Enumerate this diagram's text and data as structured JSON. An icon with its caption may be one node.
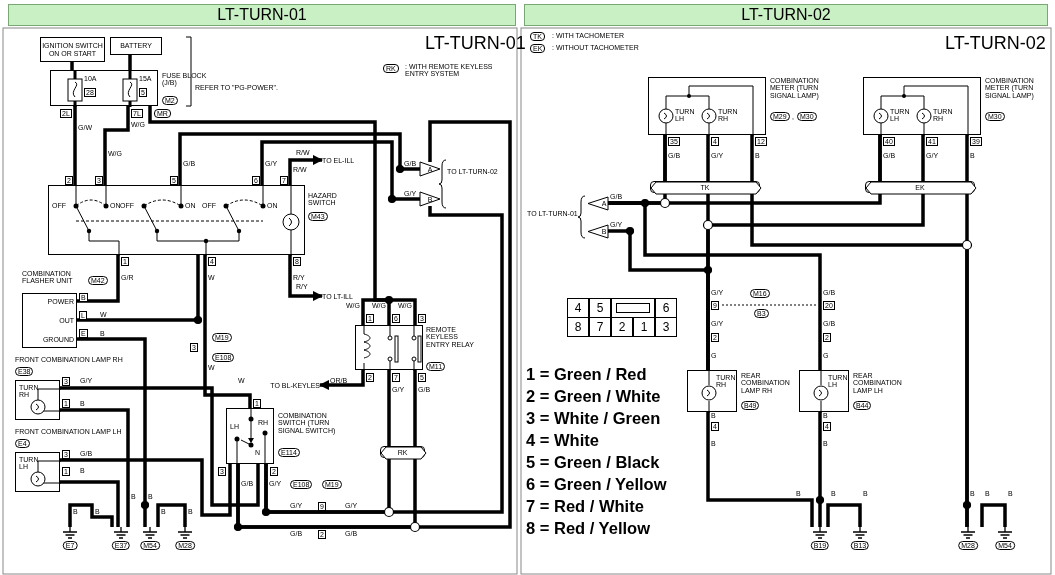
{
  "diagram": {
    "nodes": [
      {
        "text": [
          "LT-TURN-01"
        ]
      },
      {
        "text": [
          "LT-TURN-02"
        ]
      },
      {
        "text": [
          "IGNITION SWITCH ON OR START"
        ]
      },
      {
        "text": [
          "BATTERY"
        ]
      },
      {
        "text": [
          "10A",
          "28",
          "15A",
          "5"
        ],
        "beside": [
          "FUSE BLOCK (J/B)",
          "M2"
        ]
      },
      {
        "text": [
          "OFF",
          "ON",
          "OFF",
          "ON",
          "OFF",
          "ON"
        ],
        "beside": [
          "HAZARD SWITCH",
          "M43"
        ]
      },
      {
        "text": [
          "POWER",
          "OUT",
          "GROUND"
        ],
        "beside": [
          "COMBINATION FLASHER UNIT",
          "M42"
        ]
      },
      {
        "text": [
          "TURN RH"
        ],
        "beside": [
          "E38"
        ]
      },
      {
        "text": [
          "TURN LH"
        ],
        "beside": [
          "E4"
        ]
      },
      {
        "text": [
          "LH",
          "RH",
          "N"
        ],
        "beside": [
          "COMBINATION SWITCH (TURN SIGNAL SWITCH)",
          "E114"
        ]
      },
      {
        "text": [],
        "shape": "box",
        "beside": [
          "REMOTE KEYLESS ENTRY RELAY",
          "M11"
        ]
      },
      {
        "text": [
          "RK"
        ]
      },
      {
        "text": [
          "A"
        ]
      },
      {
        "text": [
          "B"
        ]
      },
      {
        "text": [
          "TURN LH",
          "TURN RH"
        ],
        "beside": [
          "COMBINATION METER (TURN SIGNAL LAMP)",
          "M29",
          ",",
          "M30"
        ]
      },
      {
        "text": [
          "TURN LH",
          "TURN RH"
        ],
        "beside": [
          "COMBINATION METER (TURN SIGNAL LAMP)",
          "M30"
        ]
      },
      {
        "text": [
          "TK"
        ]
      },
      {
        "text": [
          "EK"
        ]
      },
      {
        "text": [
          "A"
        ]
      },
      {
        "text": [
          "B"
        ]
      },
      {
        "text": [
          "TURN RH"
        ],
        "beside": [
          "REAR COMBINATION LAMP RH",
          "B49"
        ]
      },
      {
        "text": [
          "TURN LH"
        ],
        "beside": [
          "REAR COMBINATION LAMP LH",
          "B44"
        ]
      },
      {
        "text": [
          "E7"
        ]
      },
      {
        "text": [
          "E37"
        ]
      },
      {
        "text": [
          "M54"
        ]
      },
      {
        "text": [
          "M28"
        ]
      },
      {
        "text": [
          "B19"
        ]
      },
      {
        "text": [
          "B13"
        ]
      },
      {
        "text": [
          "M28"
        ]
      },
      {
        "text": [
          "M54"
        ]
      },
      {
        "text": [
          "TO EL-ILL"
        ]
      },
      {
        "text": [
          "TO LT-ILL"
        ]
      },
      {
        "text": [
          "TO BL-KEYLES"
        ]
      }
    ],
    "edges": [
      {
        "from": 2,
        "to": 4,
        "arrow": "none"
      },
      {
        "from": 3,
        "to": 4,
        "arrow": "none"
      },
      {
        "from": 4,
        "to": 5,
        "arrow": "none"
      },
      {
        "from": 4,
        "to": 5,
        "arrow": "none"
      },
      {
        "from": 4,
        "to": 10,
        "arrow": "none"
      },
      {
        "from": 5,
        "to": 12,
        "arrow": "none"
      },
      {
        "from": 5,
        "to": 13,
        "arrow": "none"
      },
      {
        "from": 5,
        "to": 6,
        "arrow": "none"
      },
      {
        "from": 5,
        "to": 9,
        "arrow": "none"
      },
      {
        "from": 6,
        "to": 5,
        "arrow": "none"
      },
      {
        "from": 6,
        "to": 24,
        "arrow": "none"
      },
      {
        "from": 7,
        "to": 9,
        "arrow": "none"
      },
      {
        "from": 8,
        "to": 9,
        "arrow": "none"
      },
      {
        "from": 7,
        "to": 23,
        "arrow": "none"
      },
      {
        "from": 8,
        "to": 23,
        "arrow": "none"
      },
      {
        "from": 22,
        "to": 23,
        "arrow": "none"
      },
      {
        "from": 24,
        "to": 25,
        "arrow": "none"
      },
      {
        "from": 9,
        "to": 12,
        "arrow": "none"
      },
      {
        "from": 9,
        "to": 13,
        "arrow": "none"
      },
      {
        "from": 5,
        "to": 30,
        "arrow": "to"
      },
      {
        "from": 5,
        "to": 31,
        "arrow": "to"
      },
      {
        "from": 10,
        "to": 11,
        "arrow": "none"
      },
      {
        "from": 10,
        "to": 11,
        "arrow": "none"
      },
      {
        "from": 10,
        "to": 32,
        "arrow": "to"
      },
      {
        "from": 14,
        "to": 16,
        "arrow": "none"
      },
      {
        "from": 14,
        "to": 16,
        "arrow": "none"
      },
      {
        "from": 14,
        "to": 16,
        "arrow": "none"
      },
      {
        "from": 15,
        "to": 17,
        "arrow": "none"
      },
      {
        "from": 15,
        "to": 17,
        "arrow": "none"
      },
      {
        "from": 15,
        "to": 17,
        "arrow": "none"
      },
      {
        "from": 18,
        "to": 14,
        "arrow": "none"
      },
      {
        "from": 18,
        "to": 15,
        "arrow": "none"
      },
      {
        "from": 19,
        "to": 20,
        "arrow": "none"
      },
      {
        "from": 16,
        "to": 20,
        "arrow": "none"
      },
      {
        "from": 18,
        "to": 21,
        "arrow": "none"
      },
      {
        "from": 17,
        "to": 20,
        "arrow": "none"
      },
      {
        "from": 16,
        "to": 28,
        "arrow": "none"
      },
      {
        "from": 17,
        "to": 28,
        "arrow": "none"
      },
      {
        "from": 20,
        "to": 26,
        "arrow": "none"
      },
      {
        "from": 21,
        "to": 26,
        "arrow": "none"
      },
      {
        "from": 26,
        "to": 27,
        "arrow": "none"
      },
      {
        "from": 28,
        "to": 29,
        "arrow": "none"
      },
      {
        "from": 11,
        "to": 9,
        "arrow": "none"
      },
      {
        "from": 11,
        "to": 9,
        "arrow": "none"
      }
    ],
    "labels": [
      "LT-TURN-01",
      "RK",
      ": WITH REMOTE KEYLESS ENTRY SYSTEM",
      "REFER TO \"PG-POWER\".",
      "2L",
      "7L",
      "MR",
      "G/W",
      "W/G",
      "W/G",
      "R/W",
      "G/B",
      "G/Y",
      "R/W",
      "G/B",
      "2",
      "3",
      "5",
      "6",
      "7",
      "TO LT-TURN-02",
      "G/Y",
      "1",
      "4",
      "8",
      "G/R",
      "W",
      "R/Y",
      "R/Y",
      "B",
      "W/G",
      "W/G",
      "W/G",
      "L",
      "W",
      "1",
      "6",
      "3",
      "E",
      "B",
      "M19",
      "3",
      "FRONT COMBINATION LAMP RH",
      "E108",
      "W",
      "3",
      "G/Y",
      "W",
      "OR/B",
      "2",
      "7",
      "5",
      "G/Y",
      "G/B",
      "1",
      "B",
      "1",
      "FRONT COMBINATION LAMP LH",
      "3",
      "G/B",
      "1",
      "B",
      "3",
      "2",
      "G/B",
      "G/Y",
      "E108",
      "M19",
      "B",
      "B",
      "B",
      "B",
      "B",
      "B",
      "G/Y",
      "9",
      "G/Y",
      "G/B",
      "2",
      "G/B",
      "TK",
      ": WITH TACHOMETER",
      "EK",
      ": WITHOUT TACHOMETER",
      "LT-TURN-02",
      "35",
      "4",
      "12",
      "40",
      "41",
      "39",
      "G/B",
      "G/Y",
      "B",
      "G/B",
      "G/Y",
      "B",
      "G/B",
      "TO LT-TURN-01",
      "G/Y",
      "G/Y",
      "M16",
      "G/B",
      "4",
      "5",
      "6",
      "9",
      "B3",
      "20",
      "8",
      "7",
      "2",
      "1",
      "3",
      "G/Y",
      "2",
      "G/B",
      "2",
      "G",
      "G",
      "1 = Green / Red",
      "2 = Green / White",
      "3 = White / Green",
      "B",
      "4",
      "B",
      "4",
      "4 = White",
      "B",
      "B",
      "5 = Green / Black",
      "6 = Green / Yellow",
      "B",
      "B",
      "B",
      "B",
      "B",
      "B",
      "7 = Red / White",
      "8 = Red / Yellow"
    ]
  }
}
